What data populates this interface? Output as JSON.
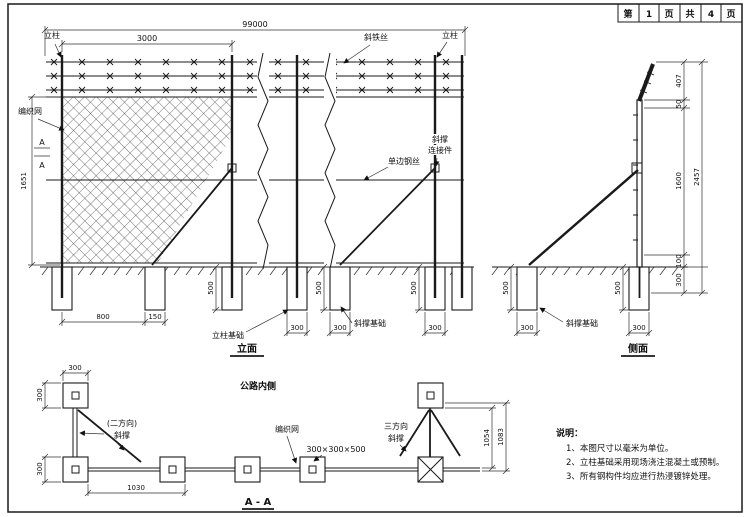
{
  "header": {
    "cells": [
      "第",
      "1",
      "页",
      "共",
      "4",
      "页"
    ]
  },
  "elevation": {
    "title": "立面",
    "dims": {
      "total": "99000",
      "bay": "3000",
      "height": "1651",
      "d800": "800",
      "d150": "150",
      "d300": "300",
      "d500": "500"
    },
    "labels": {
      "column": "立柱",
      "diag_wire": "斜铁丝",
      "mesh": "编织网",
      "single_wire": "单边钢丝",
      "connector_l1": "斜撑",
      "connector_l2": "连接件",
      "column_foundation": "立柱基础",
      "brace_foundation": "斜撑基础",
      "section_mark": "A"
    }
  },
  "side": {
    "title": "侧面",
    "dims": {
      "d407": "407",
      "d50": "50",
      "d1600": "1600",
      "d2457": "2457",
      "d100": "100",
      "d300": "300",
      "d500": "500"
    },
    "labels": {
      "brace_foundation": "斜撑基础"
    }
  },
  "plan": {
    "title": "公路内侧",
    "section_title": "A - A",
    "dims": {
      "d300": "300",
      "d1030": "1030",
      "d1054": "1054",
      "d1083": "1083"
    },
    "labels": {
      "two_dir_l1": "(二方向)",
      "two_dir_l2": "斜撑",
      "mesh": "编织网",
      "foundation_size": "300×300×500",
      "three_dir_l1": "三方向",
      "three_dir_l2": "斜撑"
    }
  },
  "notes": {
    "title": "说明：",
    "items": [
      "1、本图尺寸以毫米为单位。",
      "2、立柱基础采用现场浇注混凝土或预制。",
      "3、所有钢构件均应进行热浸镀锌处理。"
    ]
  }
}
